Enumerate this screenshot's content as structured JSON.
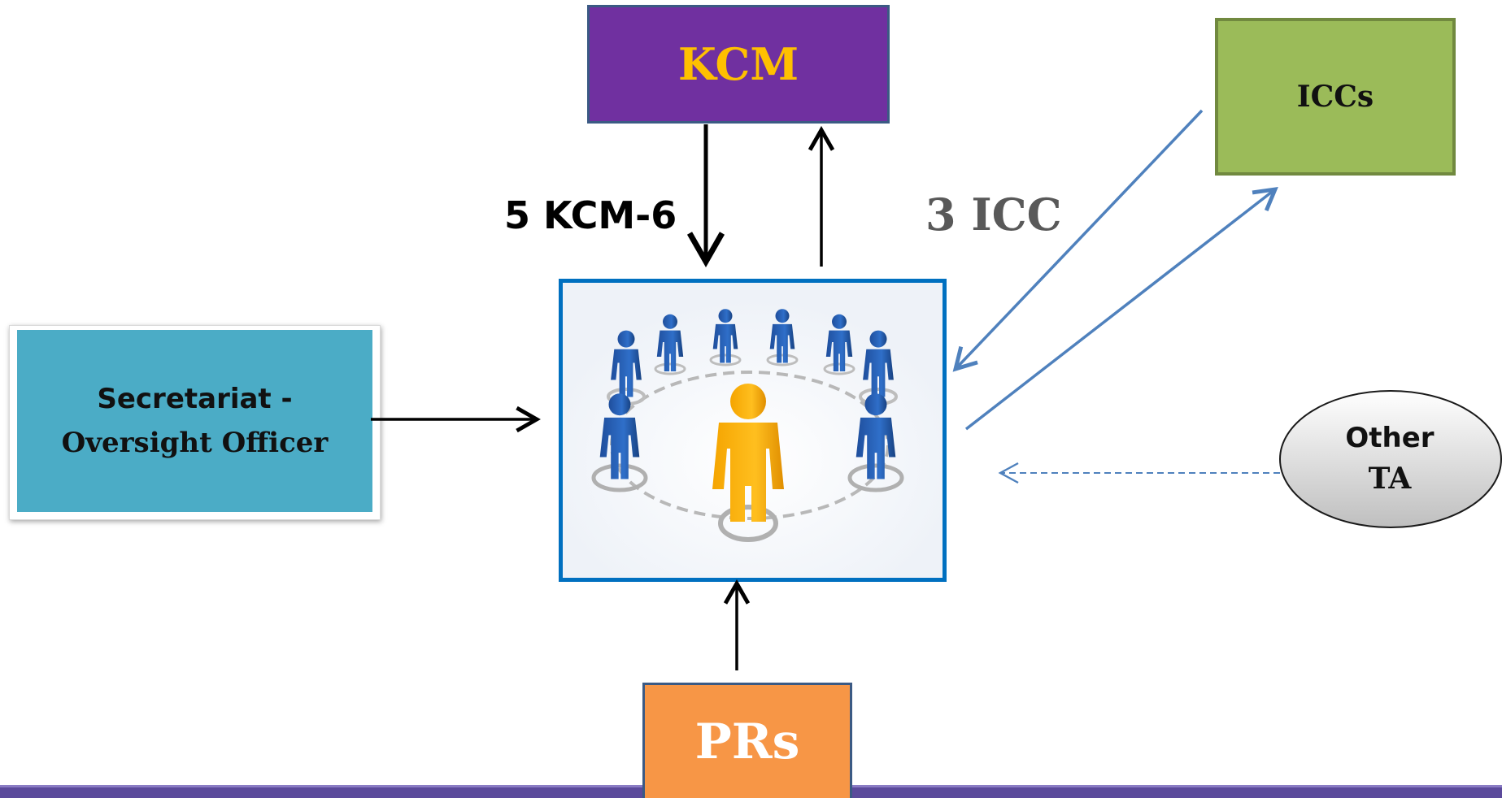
{
  "nodes": {
    "kcm": {
      "label": "KCM",
      "fill": "#7030a0",
      "text_color": "#ffc000"
    },
    "iccs": {
      "label": "ICCs",
      "fill": "#9bbb59"
    },
    "secretariat": {
      "line1": "Secretariat -",
      "line2": "Oversight Officer",
      "fill": "#4bacc6"
    },
    "prs": {
      "label": "PRs",
      "fill": "#f79646",
      "text_color": "#ffffff"
    },
    "other_ta": {
      "line1": "Other",
      "line2": "TA"
    },
    "center": {
      "icon": "people-circle-icon",
      "frame_color": "#0070c0"
    }
  },
  "edge_labels": {
    "kcm_to_center": "5 KCM-6",
    "icc_to_center": "3 ICC"
  },
  "colors": {
    "arrow_black": "#000000",
    "arrow_blue": "#4f81bd",
    "bottom_bar": "#5b4a9b"
  }
}
